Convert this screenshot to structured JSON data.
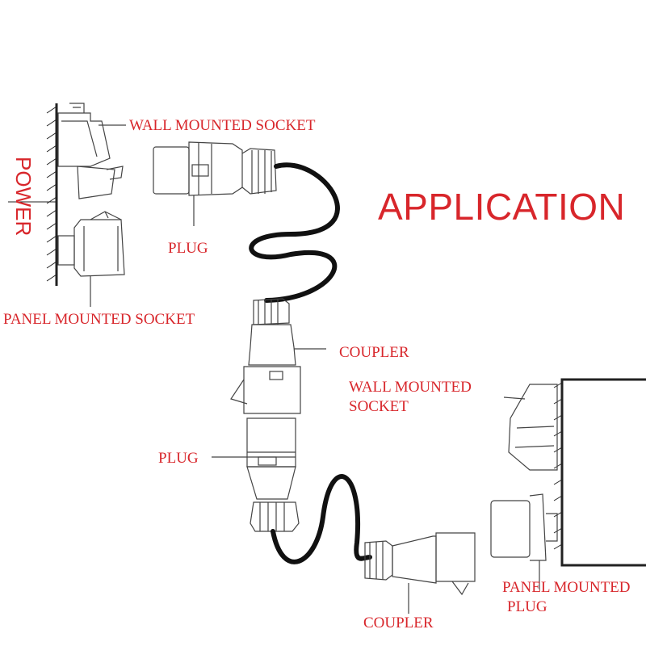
{
  "title": "APPLICATION",
  "power_label": "POWER",
  "labels": {
    "wall_socket_top": "WALL MOUNTED SOCKET",
    "plug_top": "PLUG",
    "panel_socket": "PANEL MOUNTED SOCKET",
    "coupler_mid": "COUPLER",
    "wall_socket_right_1": "WALL MOUNTED",
    "wall_socket_right_2": "SOCKET",
    "plug_mid": "PLUG",
    "panel_plug_1": "PANEL MOUNTED",
    "panel_plug_2": "PLUG",
    "coupler_bottom": "COUPLER"
  },
  "colors": {
    "label": "#d8262b",
    "line": "#333333",
    "cable": "#111111"
  }
}
